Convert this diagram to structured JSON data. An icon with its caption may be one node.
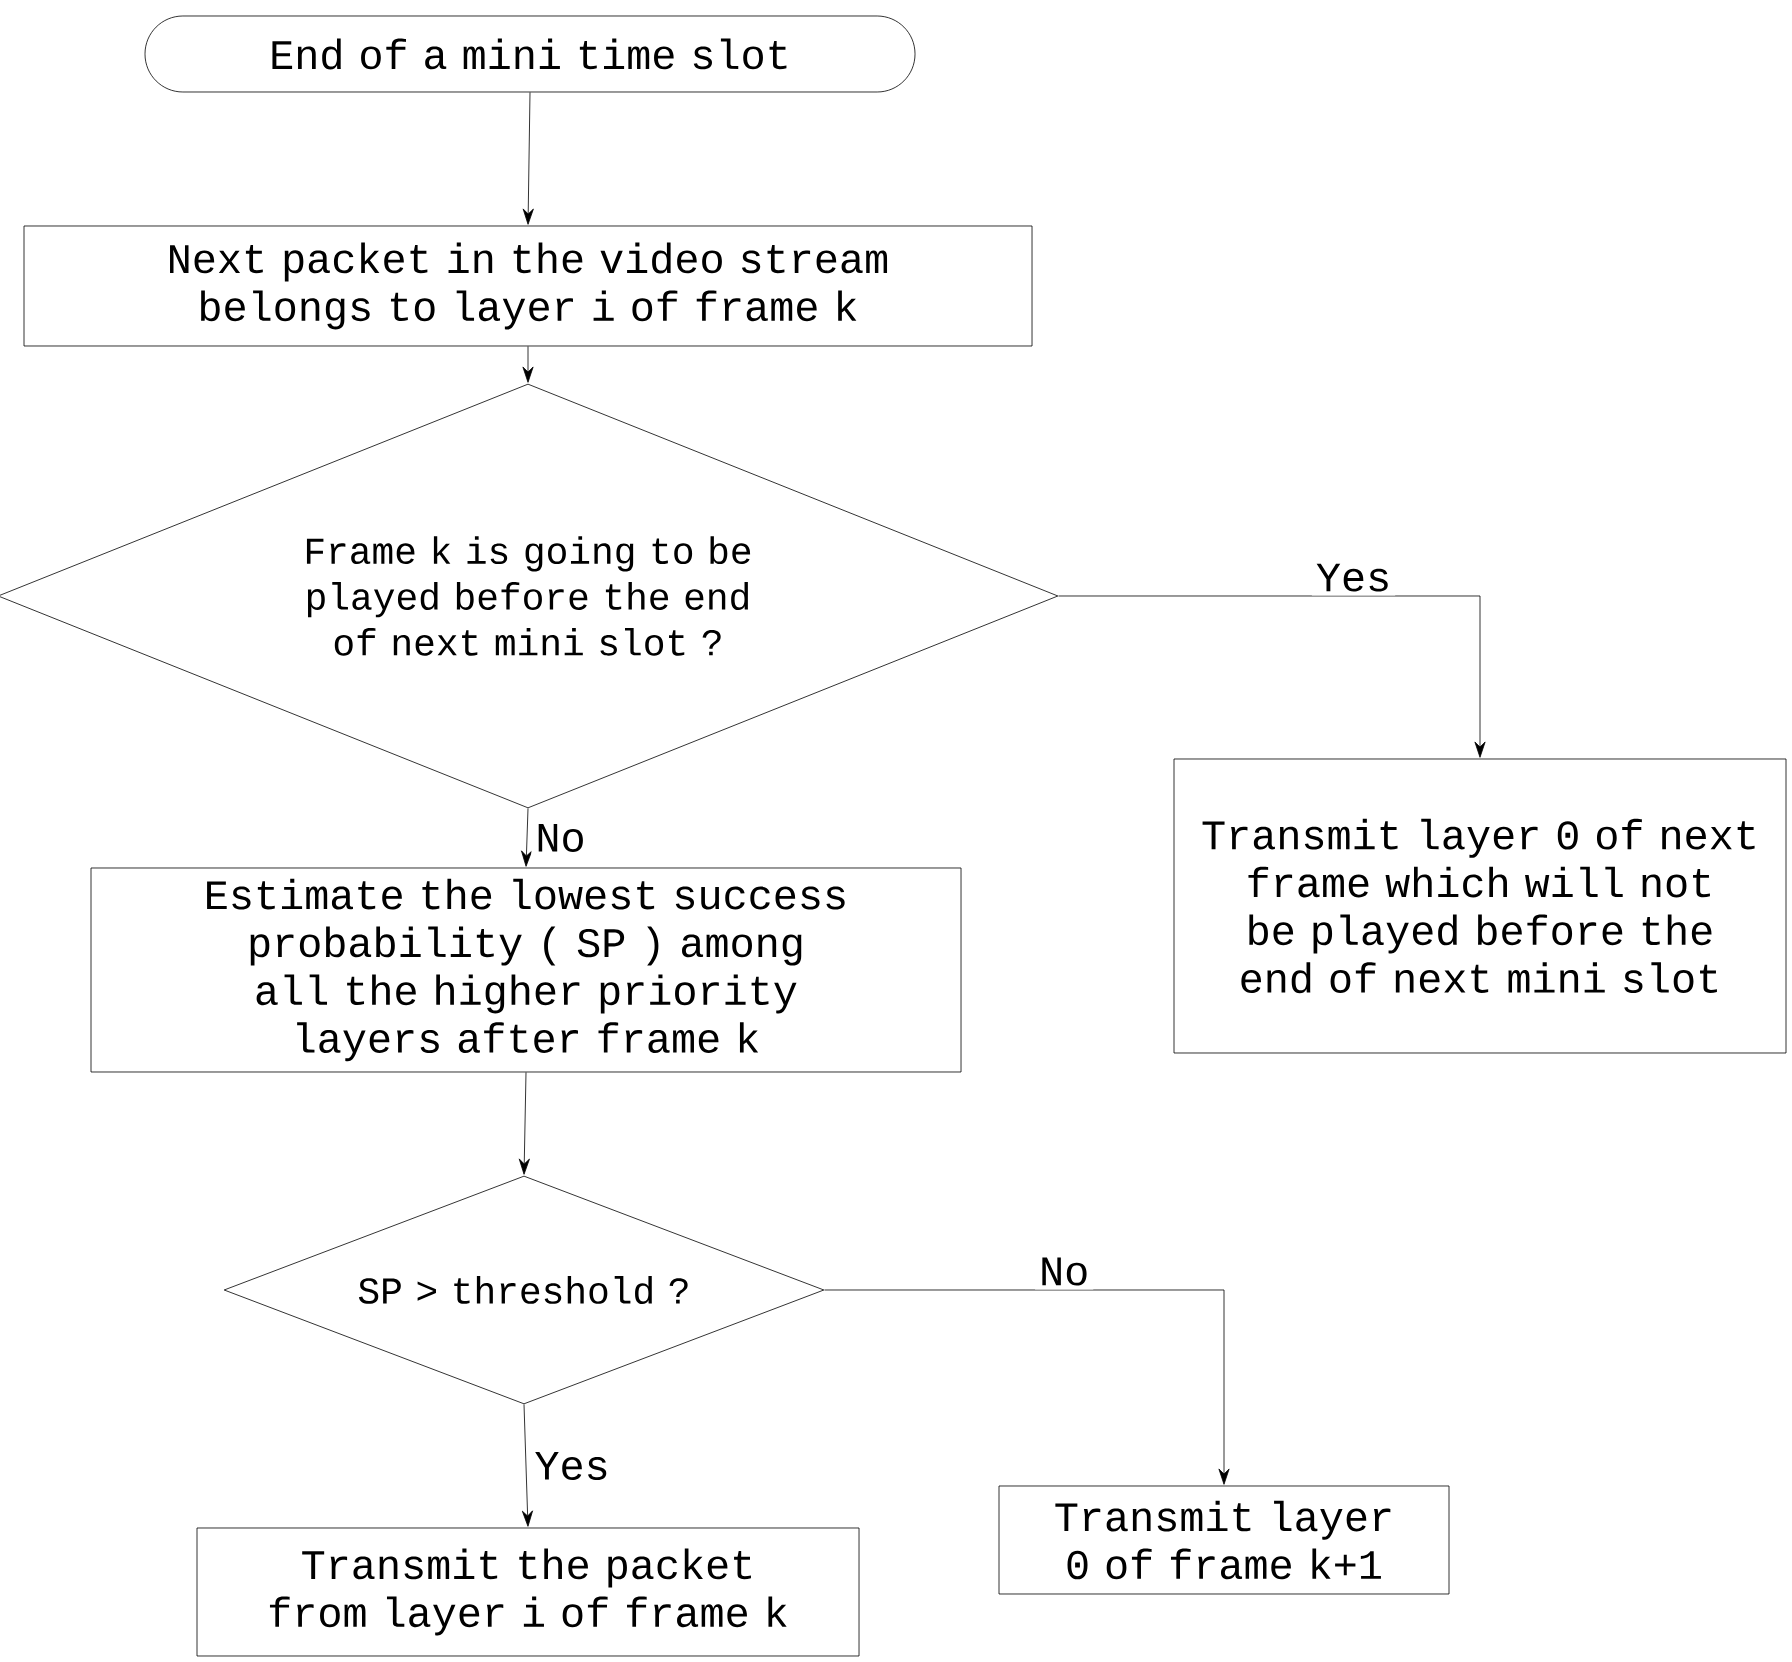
{
  "diagram": {
    "nodes": [
      {
        "text": [
          "End of a mini time slot"
        ]
      },
      {
        "text": [
          "Next packet in the video stream belongs to layer i of frame k"
        ]
      },
      {
        "text": [
          "Frame k is going to be played before the end of next mini slot ?"
        ]
      },
      {
        "text": [
          "Transmit layer 0 of next frame which will not be played before the end of next mini slot"
        ]
      },
      {
        "text": [
          "Estimate the lowest success probability ( SP ) among all the higher priority layers after frame k"
        ]
      },
      {
        "text": [
          "SP > threshold ?"
        ]
      },
      {
        "text": [
          "Transmit layer 0 of frame k+1"
        ]
      },
      {
        "text": [
          "Transmit the packet from layer i of frame k"
        ]
      }
    ],
    "edges": [
      {
        "from": 0,
        "to": 1,
        "arrow": "to"
      },
      {
        "from": 1,
        "to": 2,
        "arrow": "to"
      },
      {
        "from": 2,
        "to": 3,
        "arrow": "to",
        "label": "Yes"
      },
      {
        "from": 2,
        "to": 4,
        "arrow": "to",
        "label": "No"
      },
      {
        "from": 4,
        "to": 5,
        "arrow": "to"
      },
      {
        "from": 5,
        "to": 6,
        "arrow": "to",
        "label": "No"
      },
      {
        "from": 5,
        "to": 7,
        "arrow": "to",
        "label": "Yes"
      }
    ]
  }
}
